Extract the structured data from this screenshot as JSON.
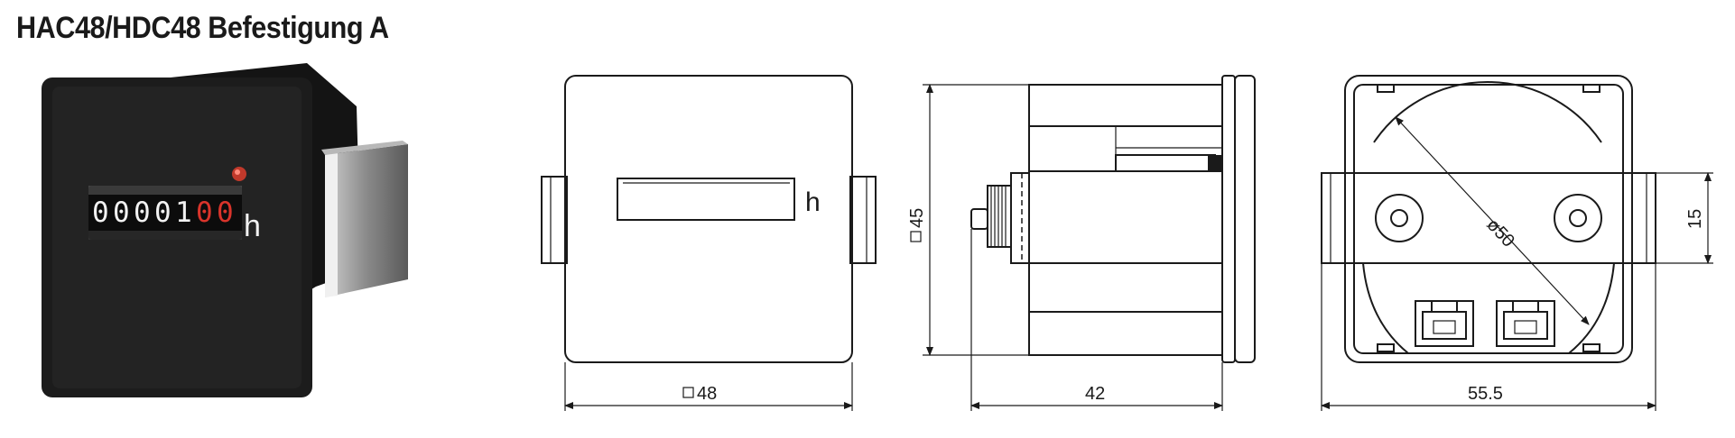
{
  "title": "HAC48/HDC48 Befestigung A",
  "photo": {
    "counter_digits": [
      "0",
      "0",
      "0",
      "0",
      "1",
      "0",
      "0"
    ],
    "unit_label": "h"
  },
  "front_view": {
    "unit_label": "h",
    "width_label": "48",
    "width_symbol": "square"
  },
  "side_view": {
    "height_label": "45",
    "height_symbol": "square",
    "depth_label": "42"
  },
  "back_view": {
    "diameter_label": "ø50",
    "width_label": "55.5",
    "band_label": "15"
  },
  "colors": {
    "line": "#1a1a1a",
    "housing": "#1c1c1c",
    "digit_white": "#f2f2f2",
    "digit_red": "#d9342b"
  }
}
